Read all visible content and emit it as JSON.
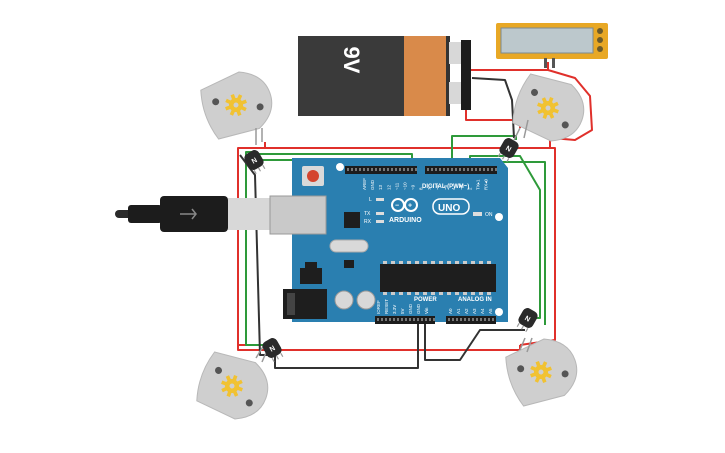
{
  "battery": {
    "label": "9V"
  },
  "arduino": {
    "brand": "ARDUINO",
    "model": "UNO",
    "digital_label": "DIGITAL (PWM~)",
    "power_label": "POWER",
    "analog_label": "ANALOG IN",
    "on_label": "ON",
    "led_labels": [
      "L",
      "TX",
      "RX"
    ],
    "top_pin_labels": [
      "AREF",
      "GND",
      "13",
      "12",
      "~11",
      "~10",
      "~9",
      "8",
      "7",
      "~6",
      "~5",
      "4",
      "~3",
      "2",
      "TX▸1",
      "RX◂0"
    ],
    "power_pin_labels": [
      "IOREF",
      "RESET",
      "3.3V",
      "5V",
      "GND",
      "GND",
      "Vin"
    ],
    "analog_pin_labels": [
      "A0",
      "A1",
      "A2",
      "A3",
      "A4",
      "A5"
    ]
  },
  "transistors": [
    {
      "label": "N"
    },
    {
      "label": "N"
    },
    {
      "label": "N"
    },
    {
      "label": "N"
    }
  ],
  "colors": {
    "wire_red": "#e0302b",
    "wire_green": "#2e9a3a",
    "wire_black": "#333333",
    "board": "#2a7fb0",
    "battery_body": "#3a3a3a",
    "battery_cap": "#d98a4a",
    "lcd_frame": "#e8a825",
    "motor_body": "#cfcfcf",
    "gear": "#f1c232"
  }
}
